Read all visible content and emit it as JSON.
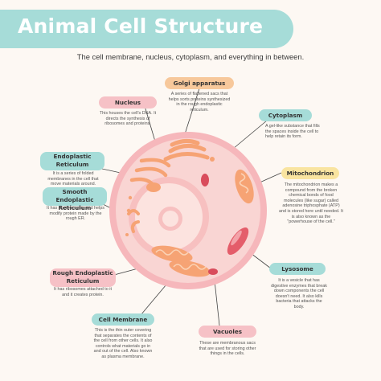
{
  "title": "Animal Cell Structure",
  "subtitle": "The cell membrane, nucleus, cytoplasm, and everything in between.",
  "parts": {
    "nucleus": {
      "label": "Nucleus",
      "desc": "This houses the cell's DNA. It directs the synthesis of ribosomes and proteins."
    },
    "golgi": {
      "label": "Golgi apparatus",
      "desc": "A series of flattened sacs that helps sorts proteins synthesized in the rough endoplastic reticulum."
    },
    "cytoplasm": {
      "label": "Cytoplasm",
      "desc": "A gel-like substance that fills the spaces inside the cell to help retain its form."
    },
    "er": {
      "label": "Endoplastic Reticulum",
      "desc": "It is a series of folded membranes in the cell that move materials around."
    },
    "smooth_er": {
      "label": "Smooth Endoplastic Reticulum",
      "desc": "It has no ribosomes and helps modify protein made by the rough ER."
    },
    "mitochondrion": {
      "label": "Mitochondrion",
      "desc": "The mitochondrion makes a compound from the broken chemical bonds of food molecules (like sugar) called adenosine triphosphate (ATP) and is stored here until needed. It is also known as the \"powerhouse of the cell.\""
    },
    "rough_er": {
      "label": "Rough Endoplastic Reticulum",
      "desc": "It has ribosomes attached to it and it creates protein."
    },
    "lysosome": {
      "label": "Lysosome",
      "desc": "It is a vesicle that has digestive enzymes that break down components the cell doesn't need. It also kills bacteria that attacks the body."
    },
    "cell_membrane": {
      "label": "Cell Membrane",
      "desc": "This is the thin outer covering that separates the contents of the cell from other cells. It also controls what materials go in and out of the cell. Also known as plasma membrane."
    },
    "vacuoles": {
      "label": "Vacuoles",
      "desc": "These are membranous sacs that are used for storing other things in the cells."
    }
  },
  "colors": {
    "background": "#fdf8f3",
    "title_bar": "#a6dcd8",
    "membrane": "#f6b7bb",
    "cytoplasm": "#f9d5d3",
    "nucleus": "#fce3df",
    "organelle_orange": "#f6a374",
    "organelle_orange_dark": "#e8835a",
    "lysosome": "#e45d6a",
    "label_pink": "#f6c1c6",
    "label_teal": "#a6dcd8",
    "label_orange": "#f7c89b",
    "label_yellow": "#f9e4a0"
  }
}
